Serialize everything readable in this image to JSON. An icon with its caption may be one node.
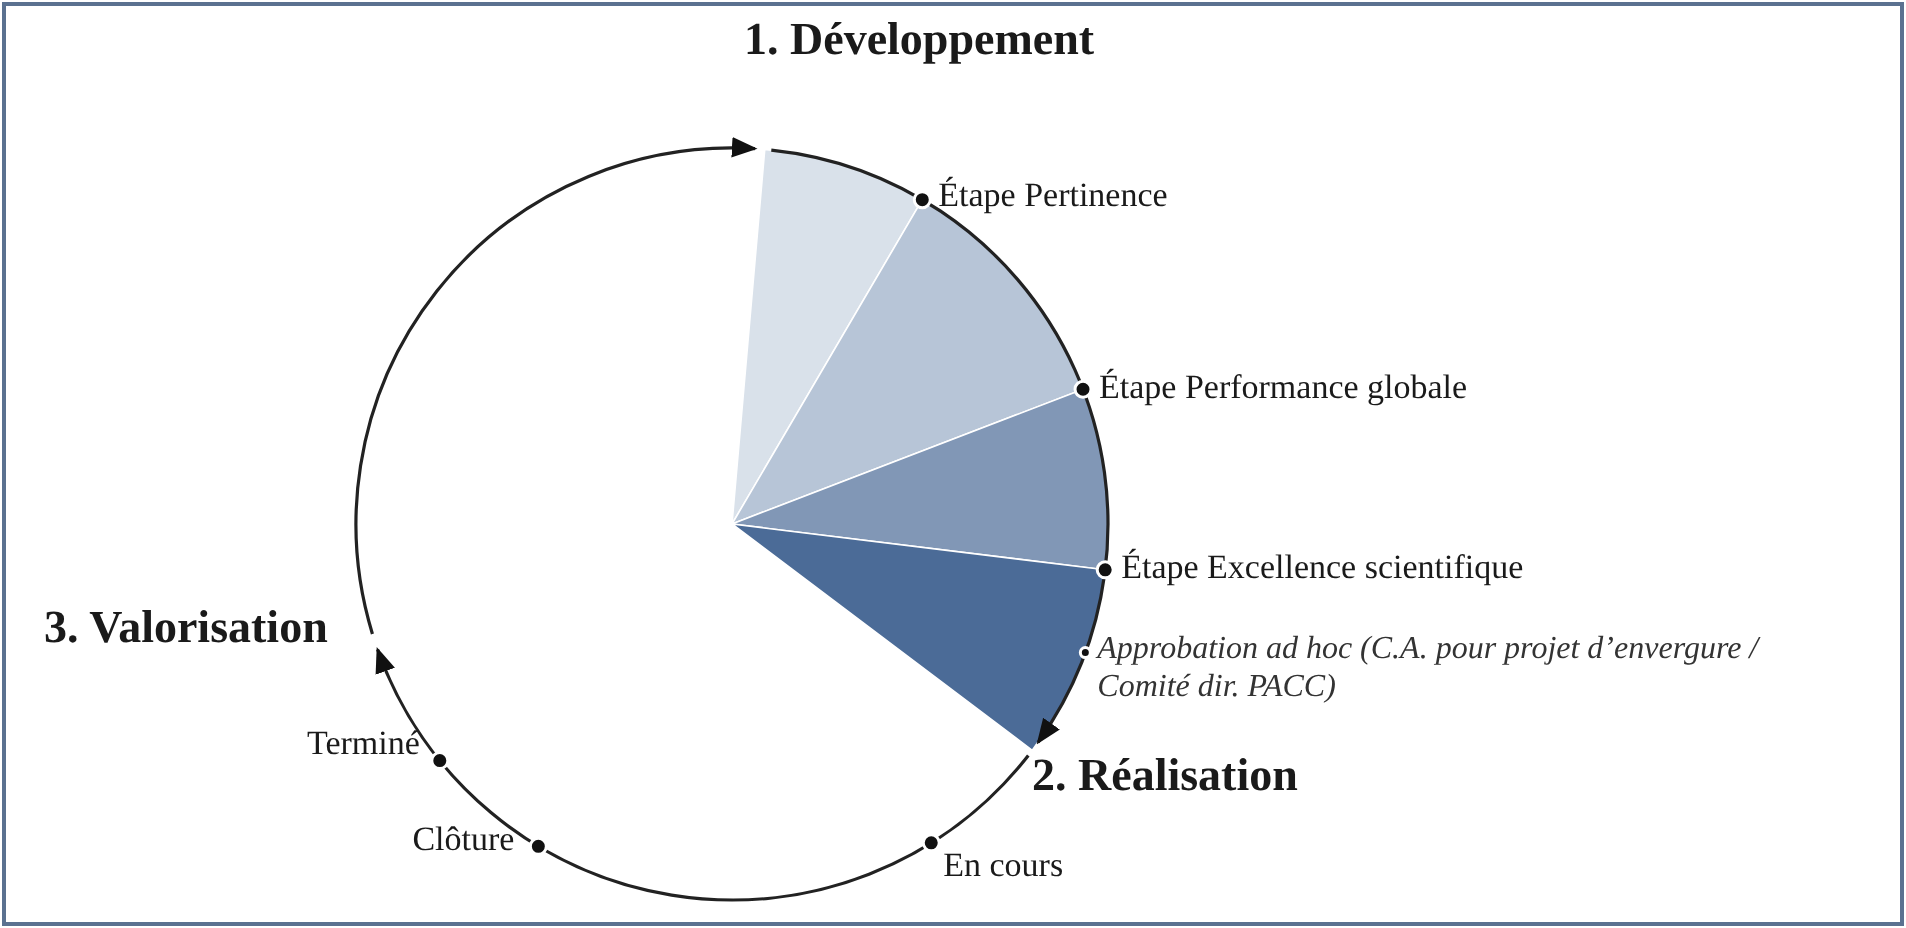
{
  "diagram": {
    "nodes": [
      {
        "text": [
          "1. Développement"
        ]
      },
      {
        "text": [
          "2. Réalisation"
        ]
      },
      {
        "text": [
          "3. Valorisation"
        ]
      }
    ],
    "edges": [
      {
        "from": 0,
        "to": 1,
        "arrow": "to"
      },
      {
        "from": 1,
        "to": 2,
        "arrow": "to"
      },
      {
        "from": 2,
        "to": 0,
        "arrow": "to"
      }
    ],
    "labels": [
      "Étape Pertinence",
      "Étape Performance globale",
      "Étape Excellence scientifique",
      "Approbation ad hoc (C.A. pour projet d’envergure / Comité dir. PACC)",
      "En cours",
      "Terminé",
      "Clôture"
    ]
  }
}
